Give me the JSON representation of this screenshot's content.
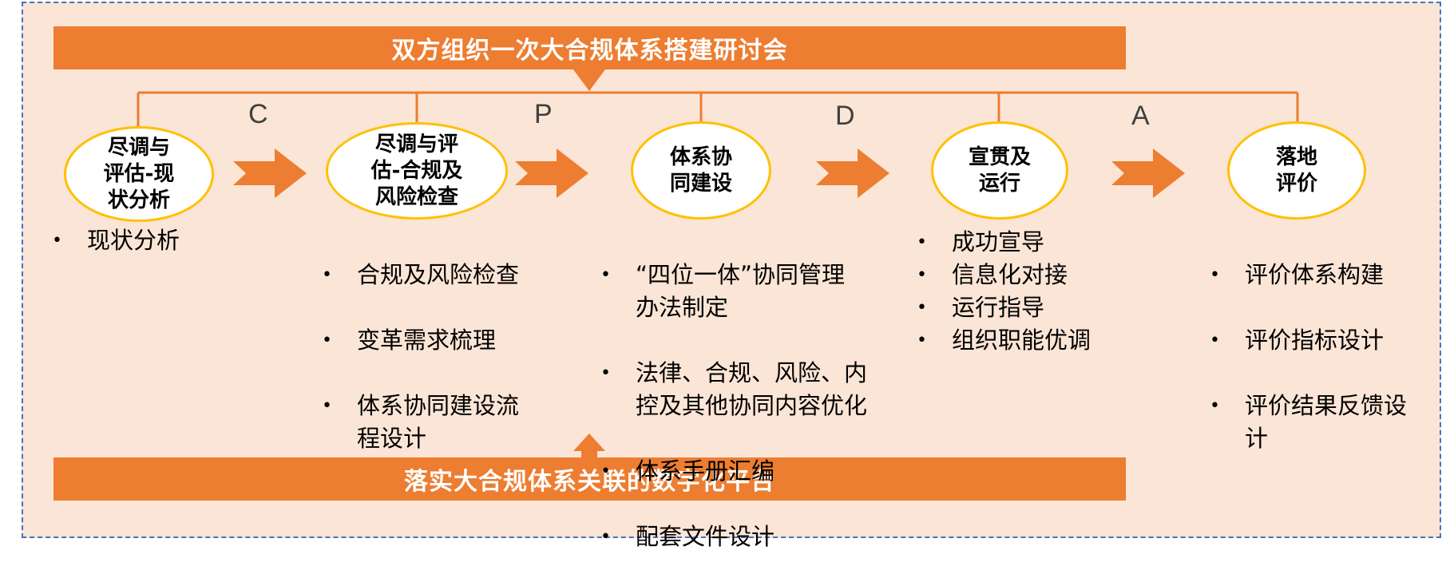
{
  "banners": {
    "top": "双方组织一次大合规体系搭建研讨会",
    "bottom": "落实大合规体系关联的数字化平台"
  },
  "phase_letters": [
    "C",
    "P",
    "D",
    "A"
  ],
  "stages": [
    {
      "title": "尽调与\n评估-现\n状分析",
      "bullets": [
        "现状分析"
      ]
    },
    {
      "title": "尽调与评\n估-合规及\n风险检查",
      "bullets": [
        "合规及风险检查",
        "变革需求梳理",
        "体系协同建设流\n程设计"
      ]
    },
    {
      "title": "体系协\n同建设",
      "bullets": [
        "“四位一体”协同管理\n办法制定",
        "法律、合规、风险、内\n控及其他协同内容优化",
        "体系手册汇编",
        "配套文件设计"
      ]
    },
    {
      "title": "宣贯及\n运行",
      "bullets": [
        "成功宣导",
        "信息化对接",
        "运行指导",
        "组织职能优调"
      ]
    },
    {
      "title": "落地\n评价",
      "bullets": [
        "评价体系构建",
        "评价指标设计",
        "评价结果反馈设\n计"
      ]
    }
  ],
  "colors": {
    "banner": "#ed7d31",
    "ellipse_border": "#ffc000",
    "background": "#fbe5d6",
    "frame_border": "#4472c4"
  }
}
